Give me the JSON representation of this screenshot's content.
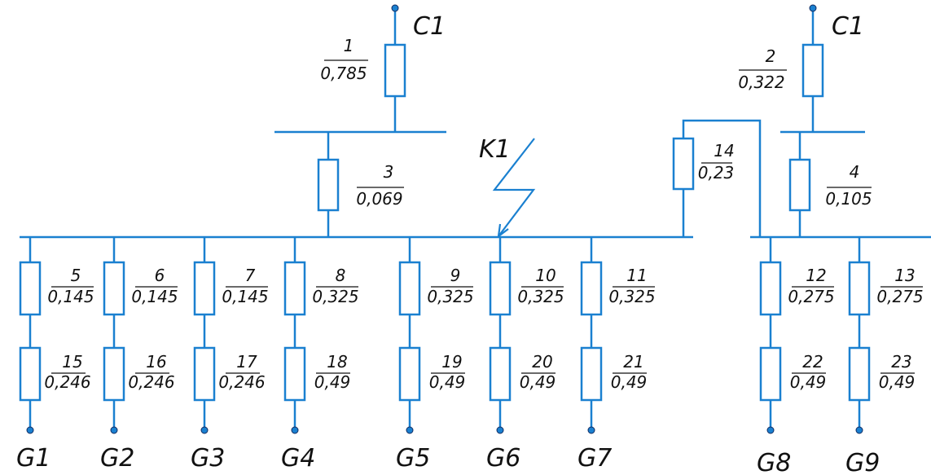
{
  "sources": [
    "C1",
    "C1"
  ],
  "fault": "K1",
  "generators": [
    "G1",
    "G2",
    "G3",
    "G4",
    "G5",
    "G6",
    "G7",
    "G8",
    "G9"
  ],
  "elements": [
    {
      "n": "1",
      "v": "0,785"
    },
    {
      "n": "2",
      "v": "0,322"
    },
    {
      "n": "3",
      "v": "0,069"
    },
    {
      "n": "4",
      "v": "0,105"
    },
    {
      "n": "5",
      "v": "0,145"
    },
    {
      "n": "6",
      "v": "0,145"
    },
    {
      "n": "7",
      "v": "0,145"
    },
    {
      "n": "8",
      "v": "0,325"
    },
    {
      "n": "9",
      "v": "0,325"
    },
    {
      "n": "10",
      "v": "0,325"
    },
    {
      "n": "11",
      "v": "0,325"
    },
    {
      "n": "12",
      "v": "0,275"
    },
    {
      "n": "13",
      "v": "0,275"
    },
    {
      "n": "14",
      "v": "0,23"
    },
    {
      "n": "15",
      "v": "0,246"
    },
    {
      "n": "16",
      "v": "0,246"
    },
    {
      "n": "17",
      "v": "0,246"
    },
    {
      "n": "18",
      "v": "0,49"
    },
    {
      "n": "19",
      "v": "0,49"
    },
    {
      "n": "20",
      "v": "0,49"
    },
    {
      "n": "21",
      "v": "0,49"
    },
    {
      "n": "22",
      "v": "0,49"
    },
    {
      "n": "23",
      "v": "0,49"
    }
  ]
}
